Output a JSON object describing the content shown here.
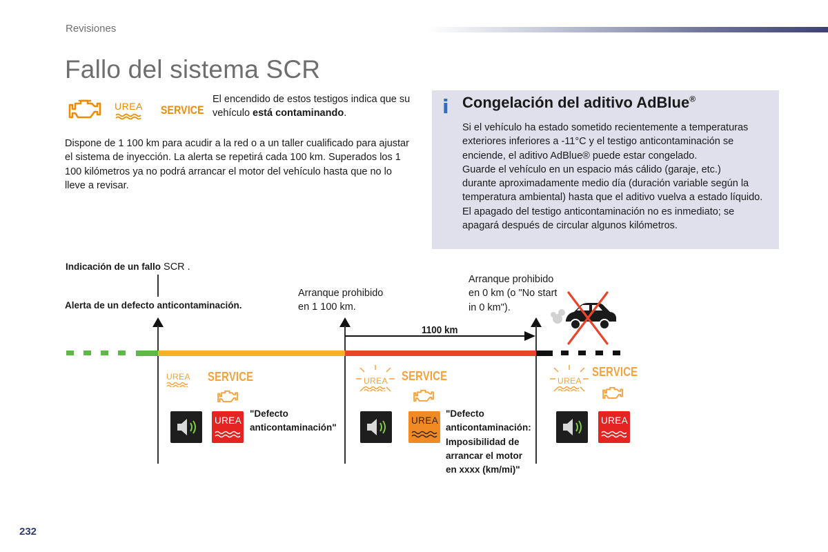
{
  "header": {
    "section": "Revisiones"
  },
  "title": "Fallo del sistema SCR",
  "warning_intro": {
    "icon_labels": {
      "urea": "UREA",
      "service": "SERVICE"
    },
    "text_start": "El encendido de estos testigos indica que su vehículo ",
    "text_bold": "está contaminando",
    "text_end": "."
  },
  "main_paragraph": "Dispone de 1 100 km para acudir a la red o a un taller cualificado para ajustar el sistema de inyección. La alerta se repetirá cada 100 km. Superados los 1 100 kilómetros ya no podrá arrancar el motor del vehículo hasta que no lo lleve a revisar.",
  "info_box": {
    "icon": "i",
    "title": "Congelación del aditivo AdBlue",
    "title_sup": "®",
    "lines": [
      "Si el vehículo ha estado sometido recientemente a temperaturas",
      "exteriores inferiores a -11°C y el testigo anticontaminación se",
      "enciende, el aditivo AdBlue® puede estar congelado.",
      "Guarde el vehículo en un espacio más cálido (garaje, etc.)",
      "durante aproximadamente medio día (duración variable según la",
      "temperatura ambiental) hasta que el aditivo vuelva a estado líquido.",
      "El apagado del testigo anticontaminación no es inmediato; se",
      "apagará después de circular algunos kilómetros."
    ]
  },
  "diagram": {
    "fault_label_bold": "Indicación de un fallo",
    "fault_label_rest": " SCR .",
    "alert_label": "Alerta de un defecto anticontaminación.",
    "start_1100_line1": "Arranque prohibido",
    "start_1100_line2": "en 1 100 km.",
    "start_0_line1": "Arranque prohibido",
    "start_0_line2": "en 0 km (o \"No start",
    "start_0_line3": "in 0 km\").",
    "distance_label": "1100 km",
    "stage_labels": {
      "urea": "UREA",
      "service": "SERVICE"
    },
    "message_1_line1": "\"Defecto",
    "message_1_line2": "anticontaminación\"",
    "message_2_lines": [
      "\"Defecto",
      "anticontaminación:",
      "Imposibilidad de",
      "arrancar el motor",
      "en xxxx (km/mi)\""
    ],
    "colors": {
      "green": "#5db848",
      "orange": "#f6b127",
      "red": "#e8452a",
      "black": "#111111"
    }
  },
  "footer": {
    "page_number": "232"
  }
}
